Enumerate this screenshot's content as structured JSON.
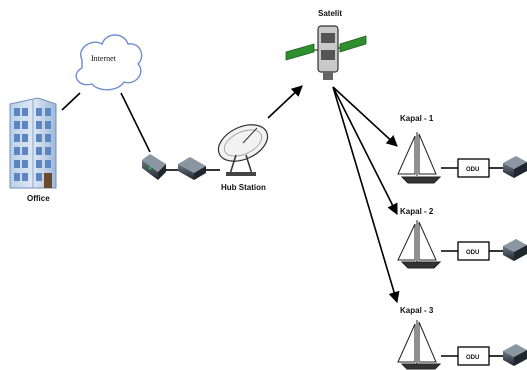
{
  "nodes": {
    "internet": "Internet",
    "office": "Office",
    "hub_station": "Hub Station",
    "satellite": "Satelit",
    "ships": [
      {
        "label": "Kapal - 1",
        "odu": "ODU"
      },
      {
        "label": "Kapal - 2",
        "odu": "ODU"
      },
      {
        "label": "Kapal - 3",
        "odu": "ODU"
      }
    ]
  },
  "colors": {
    "line": "#000000",
    "building": "#7fa6d8",
    "cloud_stroke": "#6f8fd0",
    "solar_panel": "#2f8f2f",
    "device_dark": "#2e3a44",
    "modem_led": "#2fb04a"
  }
}
